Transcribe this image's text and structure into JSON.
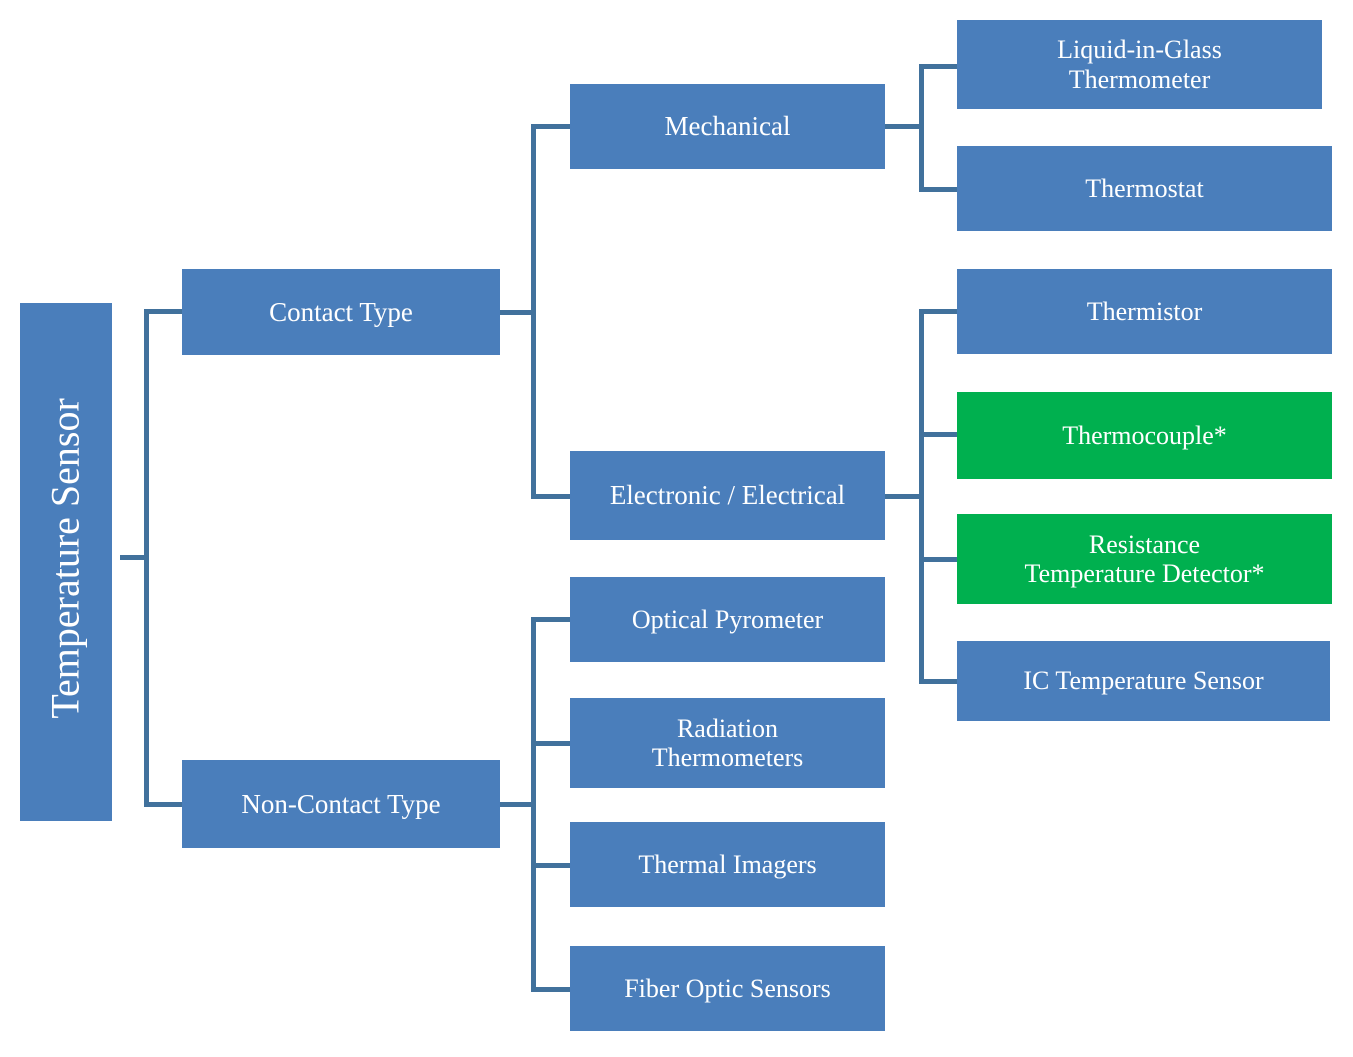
{
  "diagram": {
    "title": "Temperature Sensor",
    "type": "hierarchy-tree",
    "colors": {
      "node_blue": "#4A7EBB",
      "node_green": "#00B04F",
      "connector": "#41719C",
      "text": "#FFFFFF",
      "background": "#FFFFFF"
    },
    "root": {
      "label": "Temperature Sensor",
      "orientation": "vertical-rotated-90"
    },
    "branches": [
      {
        "label": "Contact Type",
        "children": [
          {
            "label": "Mechanical",
            "children": [
              {
                "label": "Liquid-in-Glass Thermometer",
                "highlight": false
              },
              {
                "label": "Thermostat",
                "highlight": false
              }
            ]
          },
          {
            "label": "Electronic / Electrical",
            "children": [
              {
                "label": "Thermistor",
                "highlight": false
              },
              {
                "label": "Thermocouple*",
                "highlight": true
              },
              {
                "label": "Resistance Temperature Detector*",
                "highlight": true
              },
              {
                "label": "IC Temperature Sensor",
                "highlight": false
              }
            ]
          }
        ]
      },
      {
        "label": "Non-Contact Type",
        "children": [
          {
            "label": "Optical Pyrometer",
            "highlight": false
          },
          {
            "label": "Radiation Thermometers",
            "highlight": false
          },
          {
            "label": "Thermal Imagers",
            "highlight": false
          },
          {
            "label": "Fiber Optic Sensors",
            "highlight": false
          }
        ]
      }
    ],
    "nodes": {
      "root": "Temperature Sensor",
      "contact_type": "Contact Type",
      "non_contact_type": "Non-Contact Type",
      "mechanical": "Mechanical",
      "electronic_electrical": "Electronic / Electrical",
      "liquid_in_glass_line1": "Liquid-in-Glass",
      "liquid_in_glass_line2": "Thermometer",
      "thermostat": "Thermostat",
      "thermistor": "Thermistor",
      "thermocouple": "Thermocouple*",
      "rtd_line1": "Resistance",
      "rtd_line2": "Temperature Detector*",
      "ic_temperature_sensor": "IC Temperature Sensor",
      "optical_pyrometer": "Optical Pyrometer",
      "radiation_line1": "Radiation",
      "radiation_line2": "Thermometers",
      "thermal_imagers": "Thermal Imagers",
      "fiber_optic_sensors": "Fiber Optic Sensors"
    }
  }
}
